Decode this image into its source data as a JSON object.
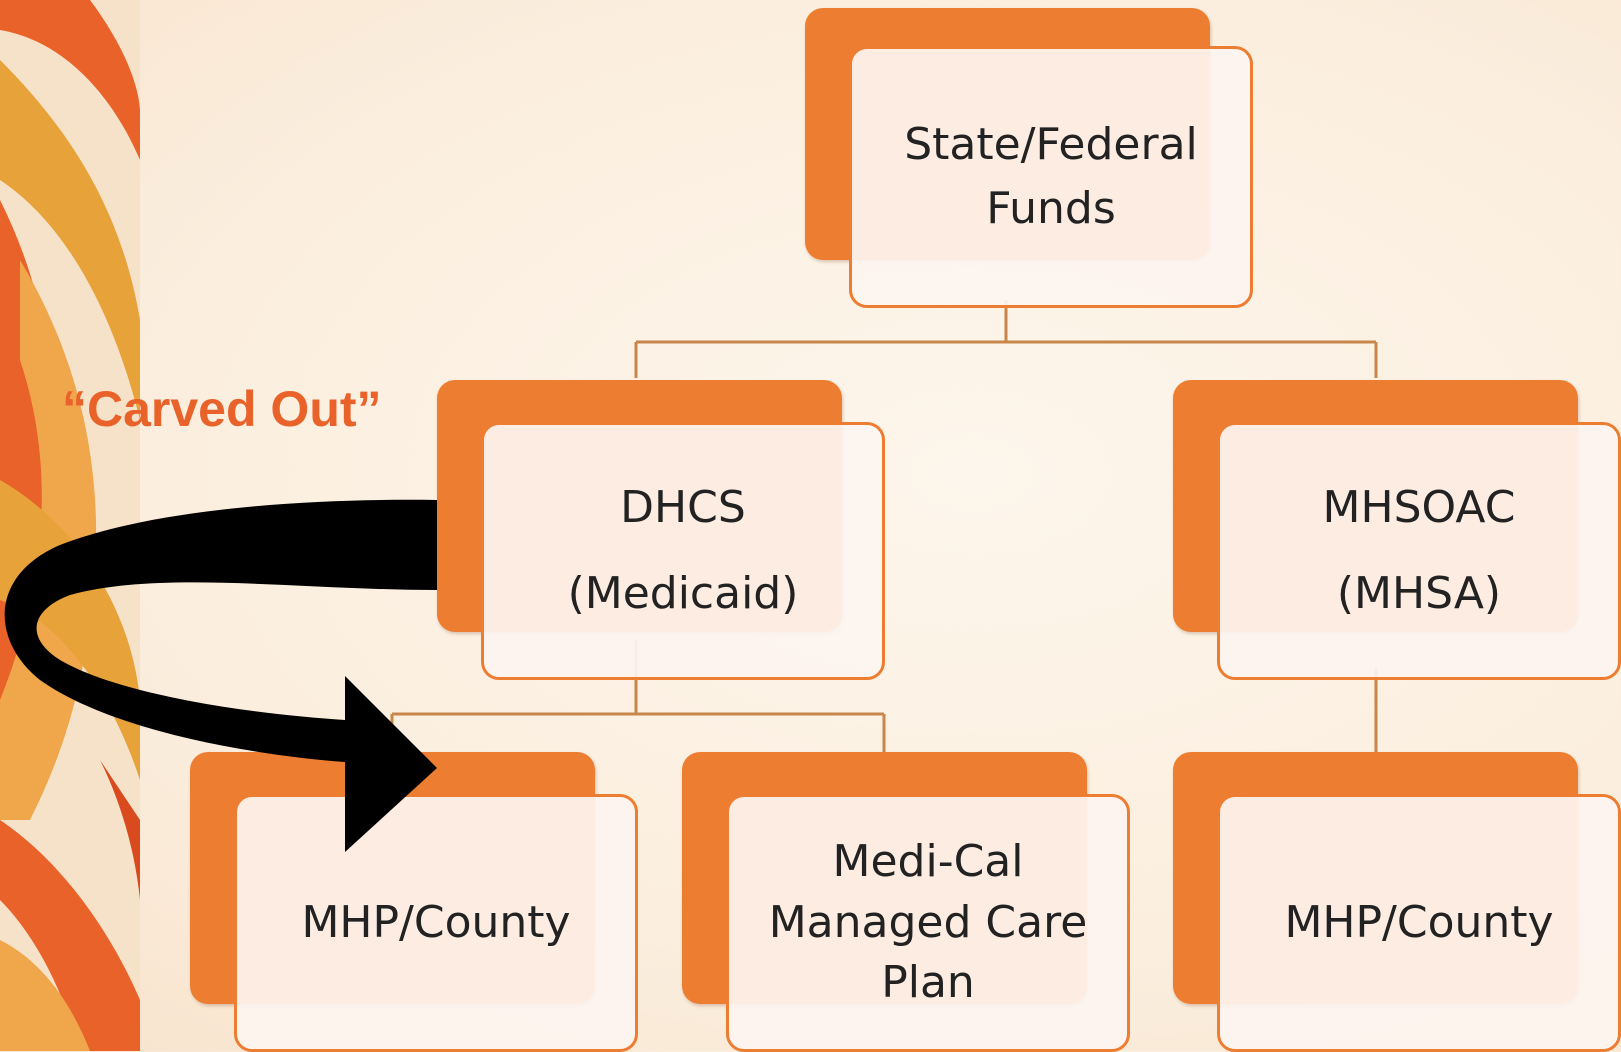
{
  "diagram": {
    "nodes": {
      "funds": {
        "label": "State/Federal\nFunds"
      },
      "dhcs": {
        "label": "DHCS\n(Medicaid)"
      },
      "mhsoac": {
        "label": "MHSOAC\n(MHSA)"
      },
      "mhp_county_left": {
        "label": "MHP/County"
      },
      "medi_cal": {
        "label": "Medi-Cal\nManaged Care\nPlan"
      },
      "mhp_county_right": {
        "label": "MHP/County"
      }
    },
    "annotation": {
      "label": "“Carved Out”"
    },
    "colors": {
      "accent": "#ed7d31",
      "annotation": "#e8622a",
      "arrow": "#000000",
      "connector": "#c8864a"
    }
  }
}
